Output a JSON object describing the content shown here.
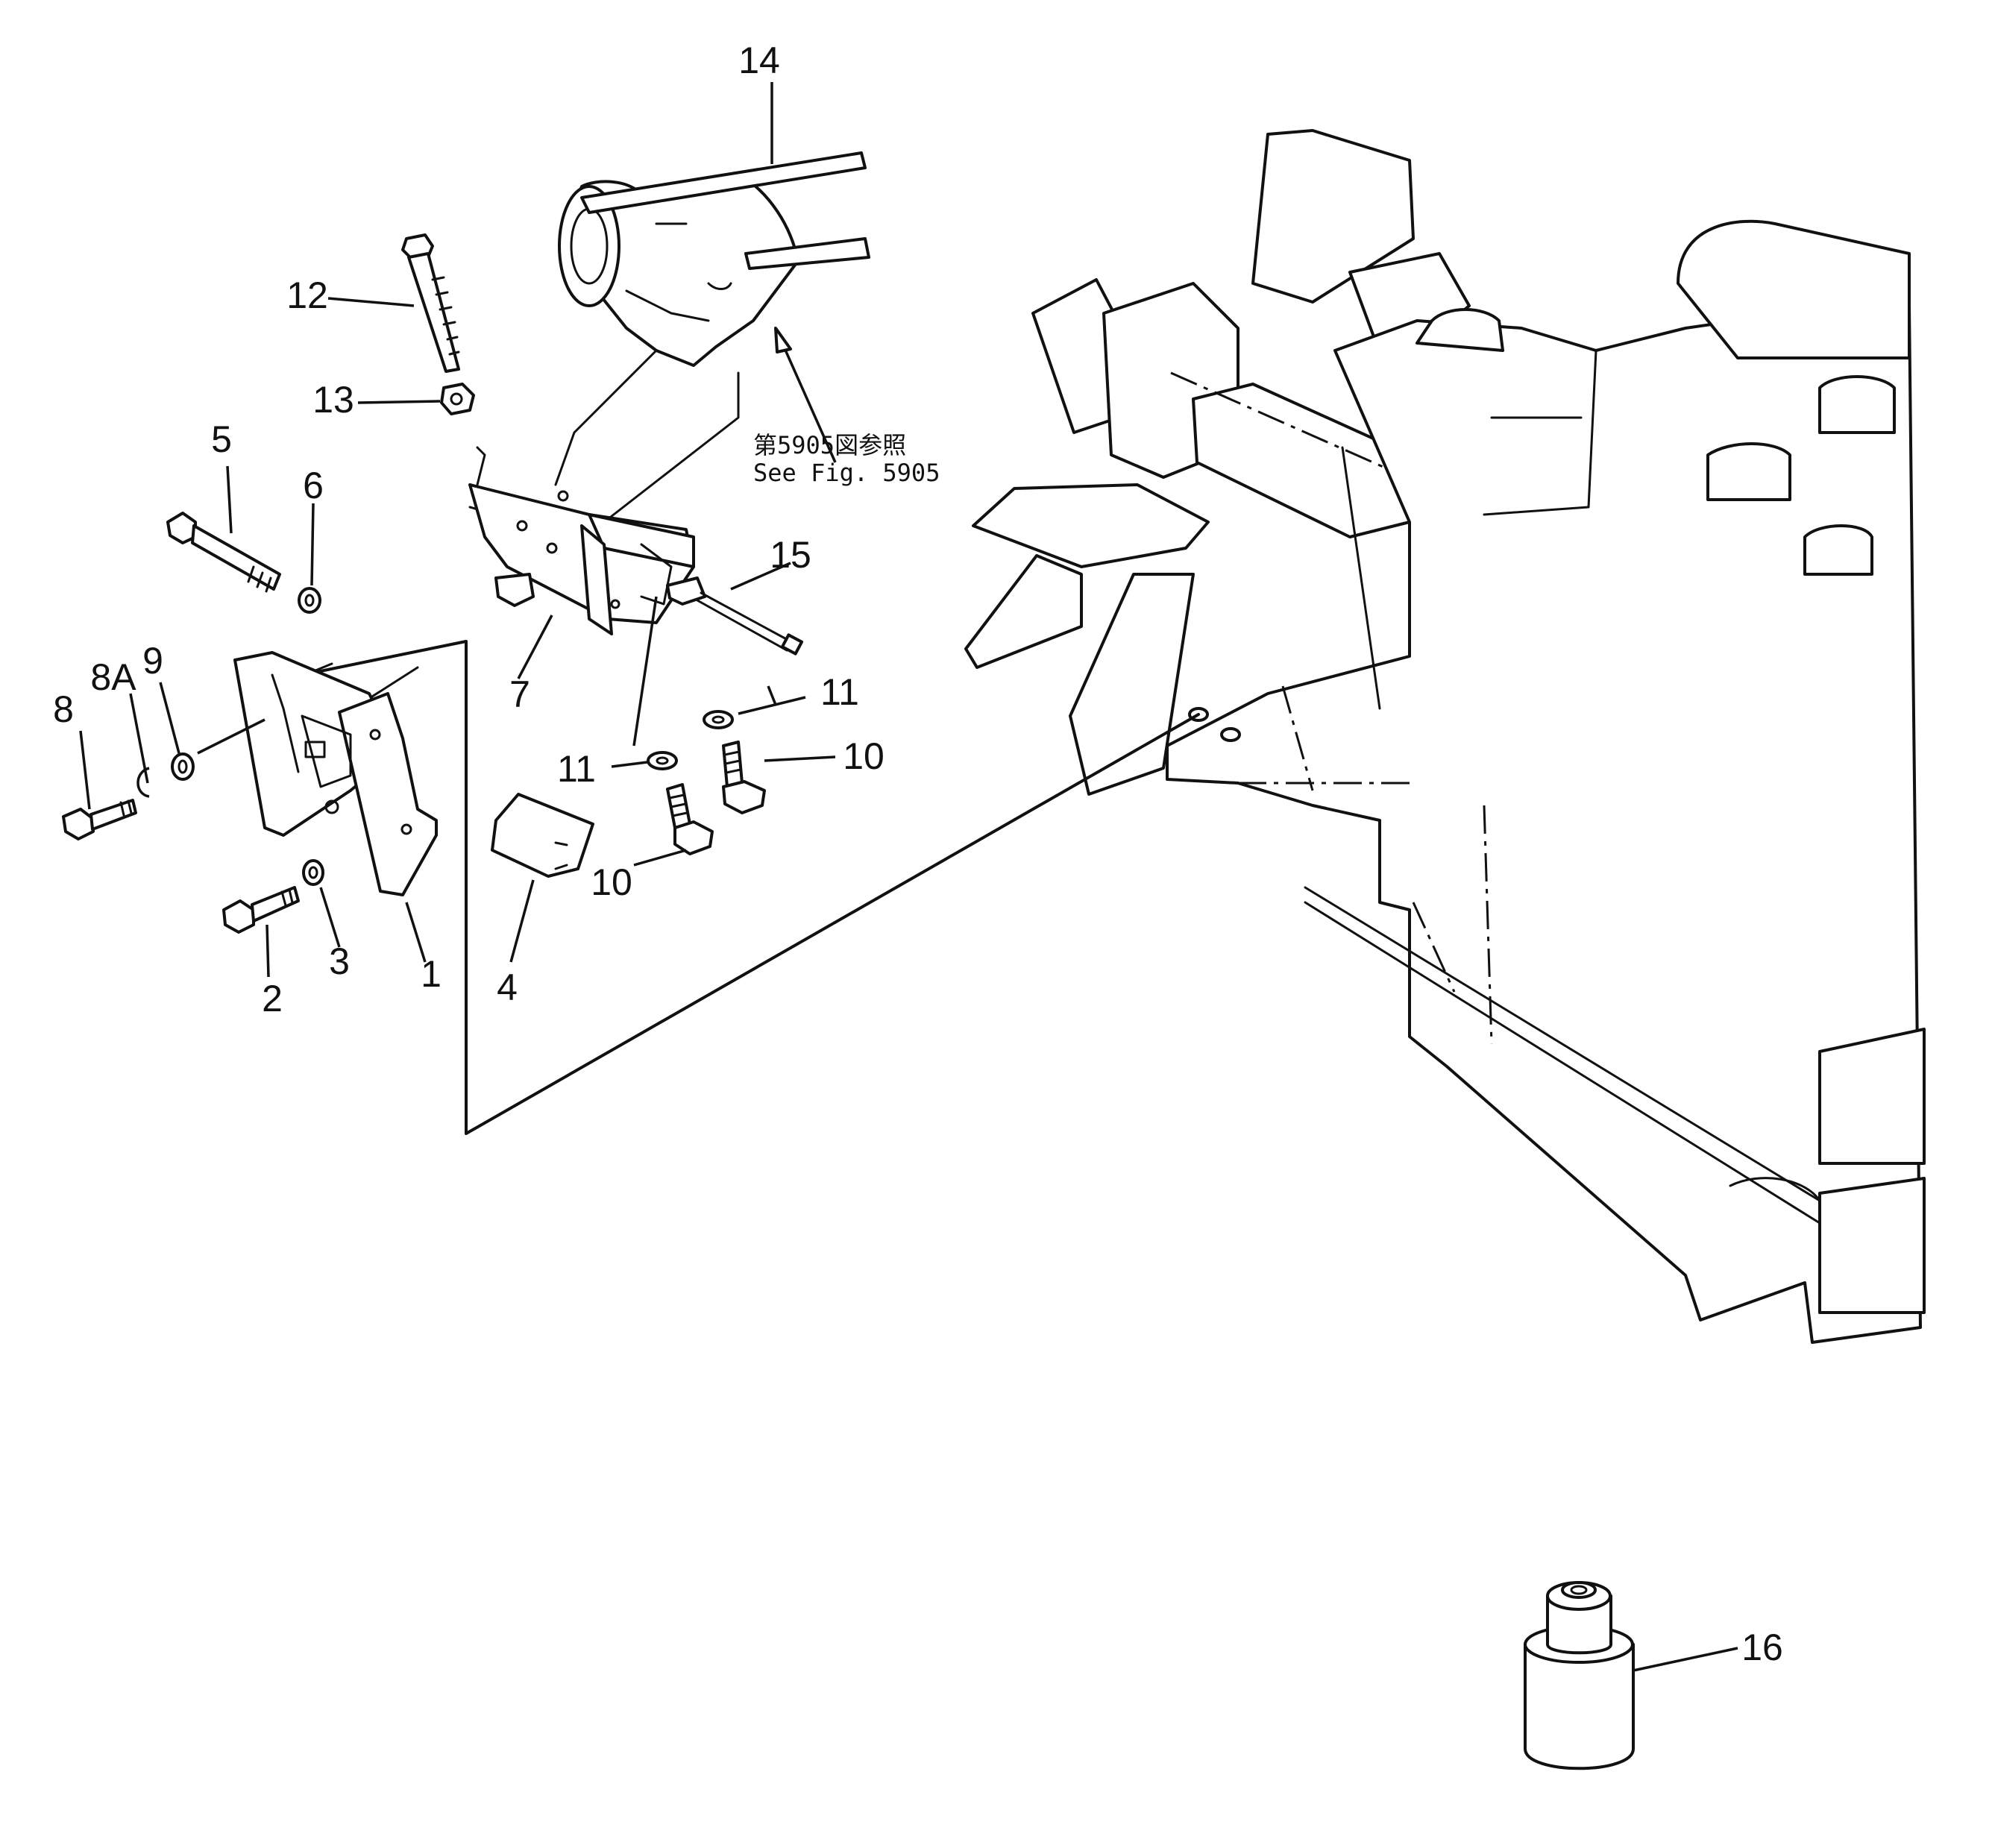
{
  "reference_note": {
    "line1": "第5905図参照",
    "line2": "See Fig. 5905"
  },
  "callouts": [
    {
      "key": "p1",
      "label": "1"
    },
    {
      "key": "p2",
      "label": "2"
    },
    {
      "key": "p3",
      "label": "3"
    },
    {
      "key": "p4",
      "label": "4"
    },
    {
      "key": "p5",
      "label": "5"
    },
    {
      "key": "p6",
      "label": "6"
    },
    {
      "key": "p7",
      "label": "7"
    },
    {
      "key": "p8",
      "label": "8"
    },
    {
      "key": "p8a",
      "label": "8A"
    },
    {
      "key": "p9",
      "label": "9"
    },
    {
      "key": "p10a",
      "label": "10"
    },
    {
      "key": "p10b",
      "label": "10"
    },
    {
      "key": "p11a",
      "label": "11"
    },
    {
      "key": "p11b",
      "label": "11"
    },
    {
      "key": "p12",
      "label": "12"
    },
    {
      "key": "p13",
      "label": "13"
    },
    {
      "key": "p14",
      "label": "14"
    },
    {
      "key": "p15",
      "label": "15"
    },
    {
      "key": "p16",
      "label": "16"
    }
  ]
}
